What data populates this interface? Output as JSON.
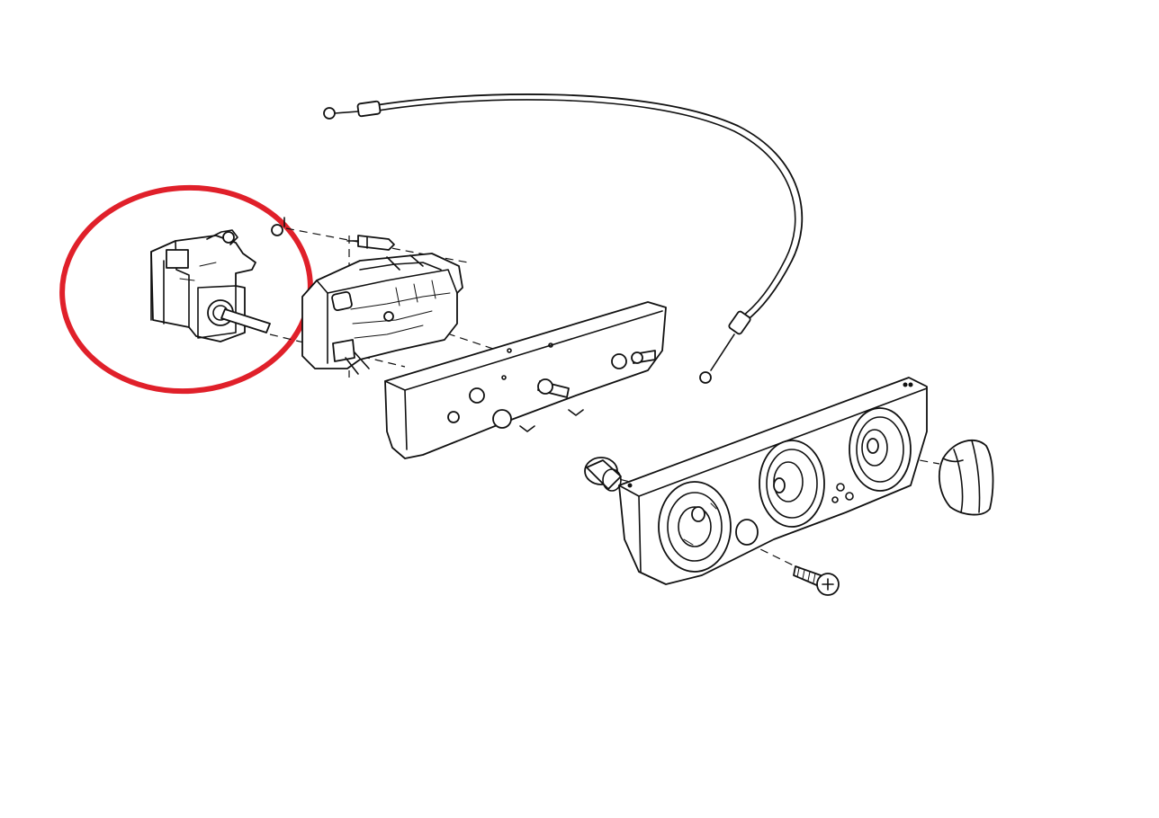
{
  "diagram": {
    "parts": [
      {
        "id": "blower-switch",
        "highlighted": true
      },
      {
        "id": "control-unit-housing"
      },
      {
        "id": "mounting-bracket"
      },
      {
        "id": "bowden-cable"
      },
      {
        "id": "front-bezel-panel"
      },
      {
        "id": "rotary-knob"
      },
      {
        "id": "push-button-cap"
      },
      {
        "id": "tapping-screw"
      },
      {
        "id": "indicator-bulb"
      },
      {
        "id": "retaining-clip"
      }
    ],
    "highlight": {
      "shape": "ellipse",
      "color": "#e0202a"
    }
  }
}
